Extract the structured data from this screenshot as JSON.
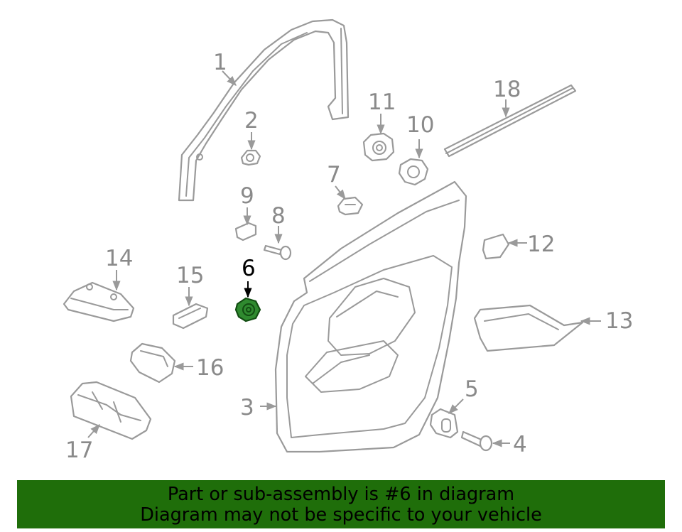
{
  "diagram": {
    "callouts": [
      {
        "number": "1"
      },
      {
        "number": "2"
      },
      {
        "number": "3"
      },
      {
        "number": "4"
      },
      {
        "number": "5"
      },
      {
        "number": "6",
        "highlighted": true
      },
      {
        "number": "7"
      },
      {
        "number": "8"
      },
      {
        "number": "9"
      },
      {
        "number": "10"
      },
      {
        "number": "11"
      },
      {
        "number": "12"
      },
      {
        "number": "13"
      },
      {
        "number": "14"
      },
      {
        "number": "15"
      },
      {
        "number": "16"
      },
      {
        "number": "17"
      },
      {
        "number": "18"
      }
    ],
    "highlight_color": "#2f8a2f",
    "line_color": "#9a9a9a"
  },
  "banner": {
    "line1": "Part or sub-assembly is #6 in diagram",
    "line2": "Diagram may not be specific to your vehicle",
    "background": "#1f6e0a"
  }
}
